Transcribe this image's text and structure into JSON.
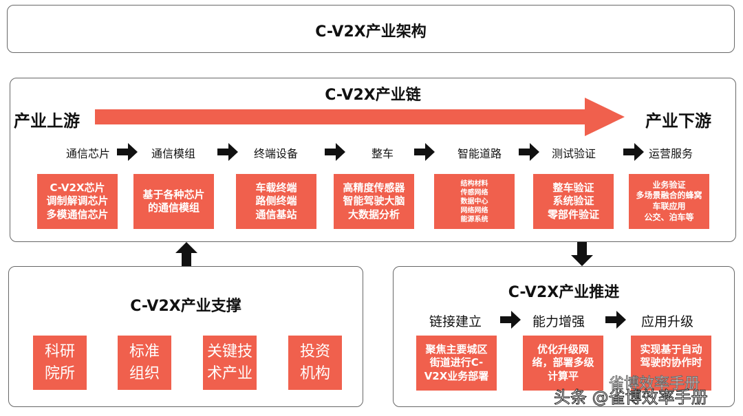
{
  "title": "C-V2X产业架构",
  "chain": {
    "title": "C-V2X产业链",
    "upstream": "产业上游",
    "downstream": "产业下游",
    "accent": "#f0604d",
    "steps": [
      {
        "label": "通信芯片",
        "lines": [
          "C-V2X芯片",
          "调制解调芯片",
          "多模通信芯片"
        ]
      },
      {
        "label": "通信模组",
        "lines": [
          "基于各种芯片",
          "的通信模组"
        ]
      },
      {
        "label": "终端设备",
        "lines": [
          "车载终端",
          "路侧终端",
          "通信基站"
        ]
      },
      {
        "label": "整车",
        "lines": [
          "高精度传感器",
          "智能驾驶大脑",
          "大数据分析"
        ]
      },
      {
        "label": "智能道路",
        "lines": [
          "结构材料",
          "传感网络",
          "数据中心",
          "网络网络",
          "能源系统"
        ]
      },
      {
        "label": "测试验证",
        "lines": [
          "整车验证",
          "系统验证",
          "零部件验证"
        ]
      },
      {
        "label": "运营服务",
        "lines": [
          "业务验证",
          "多场景融合的蜂窝",
          "车联应用",
          "公交、泊车等"
        ]
      }
    ]
  },
  "support": {
    "title": "C-V2X产业支撑",
    "items": [
      [
        "科研",
        "院所"
      ],
      [
        "标准",
        "组织"
      ],
      [
        "关键技",
        "术产业"
      ],
      [
        "投资",
        "机构"
      ]
    ]
  },
  "promotion": {
    "title": "C-V2X产业推进",
    "steps": [
      {
        "label": "链接建立",
        "lines": [
          "聚焦主要城区",
          "街道进行C-",
          "V2X业务部署"
        ]
      },
      {
        "label": "能力增强",
        "lines": [
          "优化升级网",
          "络，部署多级",
          "计算平"
        ]
      },
      {
        "label": "应用升级",
        "lines": [
          "实现基于自动",
          "驾驶的协作时",
          ""
        ]
      }
    ]
  },
  "watermark": {
    "top": "雀博效率手册",
    "bottom": "头条 @雀博效率手册"
  }
}
